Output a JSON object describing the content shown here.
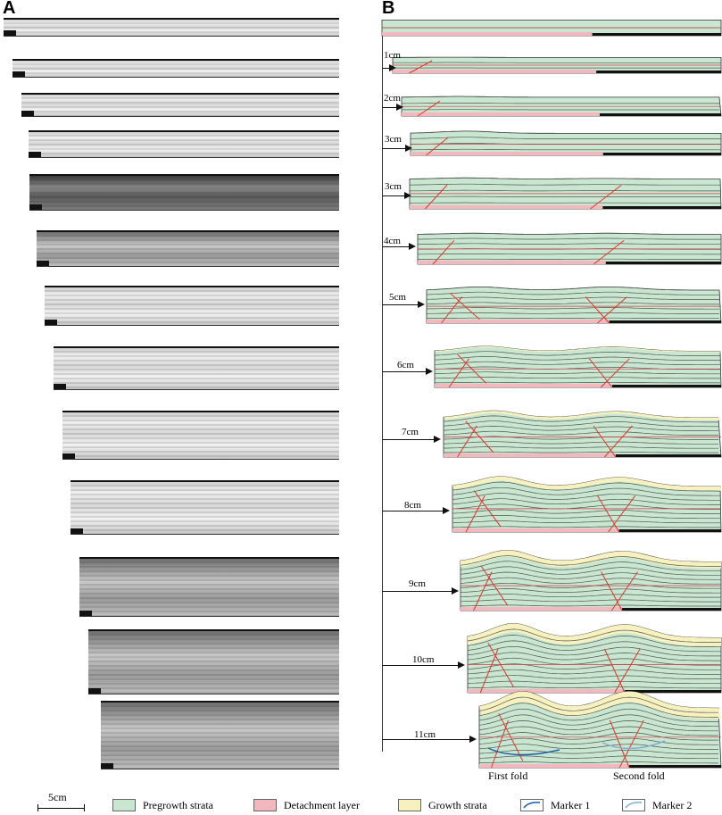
{
  "panels": {
    "a_label": "A",
    "b_label": "B"
  },
  "steps": [
    "1cm",
    "2cm",
    "3cm",
    "3cm",
    "4cm",
    "5cm",
    "6cm",
    "7cm",
    "8cm",
    "9cm",
    "10cm",
    "11cm"
  ],
  "fold_labels": {
    "first": "First fold",
    "second": "Second fold"
  },
  "scale": {
    "label": "5cm"
  },
  "legend": [
    {
      "label": "Pregrowth strata",
      "color": "#c8e6d0"
    },
    {
      "label": "Detachment layer",
      "color": "#f2b8bd"
    },
    {
      "label": "Growth strata",
      "color": "#f7f1c0"
    },
    {
      "label": "Marker 1",
      "color": "#1f5fa8"
    },
    {
      "label": "Marker 2",
      "color": "#7fb0d8"
    }
  ],
  "colors": {
    "strata_line": "#555555",
    "fault": "#e0352b",
    "base": "#111111"
  }
}
